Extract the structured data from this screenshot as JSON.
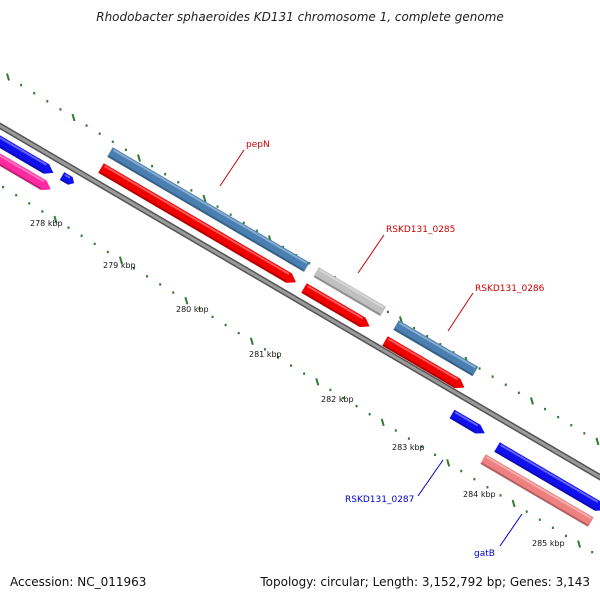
{
  "title": "Rhodobacter sphaeroides KD131 chromosome 1, complete genome",
  "footer": {
    "accession": "Accession: NC_011963",
    "topology": "Topology: circular; Length: 3,152,792 bp; Genes: 3,143"
  },
  "colors": {
    "backbone": "#8a8a8a",
    "tick": "#2e7d2e",
    "gene_blue": "#1010ee",
    "gene_steel": "#4a7fb2",
    "gene_red": "#f00000",
    "gene_gray": "#c0c0c0",
    "gene_pink": "#ff2aa0",
    "gene_salmon": "#ee8080",
    "label_red": "#cc0000",
    "label_blue": "#0000cc"
  },
  "kbp_labels": [
    "278 kbp",
    "279 kbp",
    "280 kbp",
    "281 kbp",
    "282 kbp",
    "283 kbp",
    "284 kbp",
    "285 kbp"
  ],
  "gene_labels": [
    {
      "id": "pepN",
      "text": "pepN",
      "color": "label_red"
    },
    {
      "id": "rskd131-0285",
      "text": "RSKD131_0285",
      "color": "label_red"
    },
    {
      "id": "rskd131-0286",
      "text": "RSKD131_0286",
      "color": "label_red"
    },
    {
      "id": "rskd131-0287",
      "text": "RSKD131_0287",
      "color": "label_blue"
    },
    {
      "id": "gatb",
      "text": "gatB",
      "color": "label_blue"
    }
  ]
}
